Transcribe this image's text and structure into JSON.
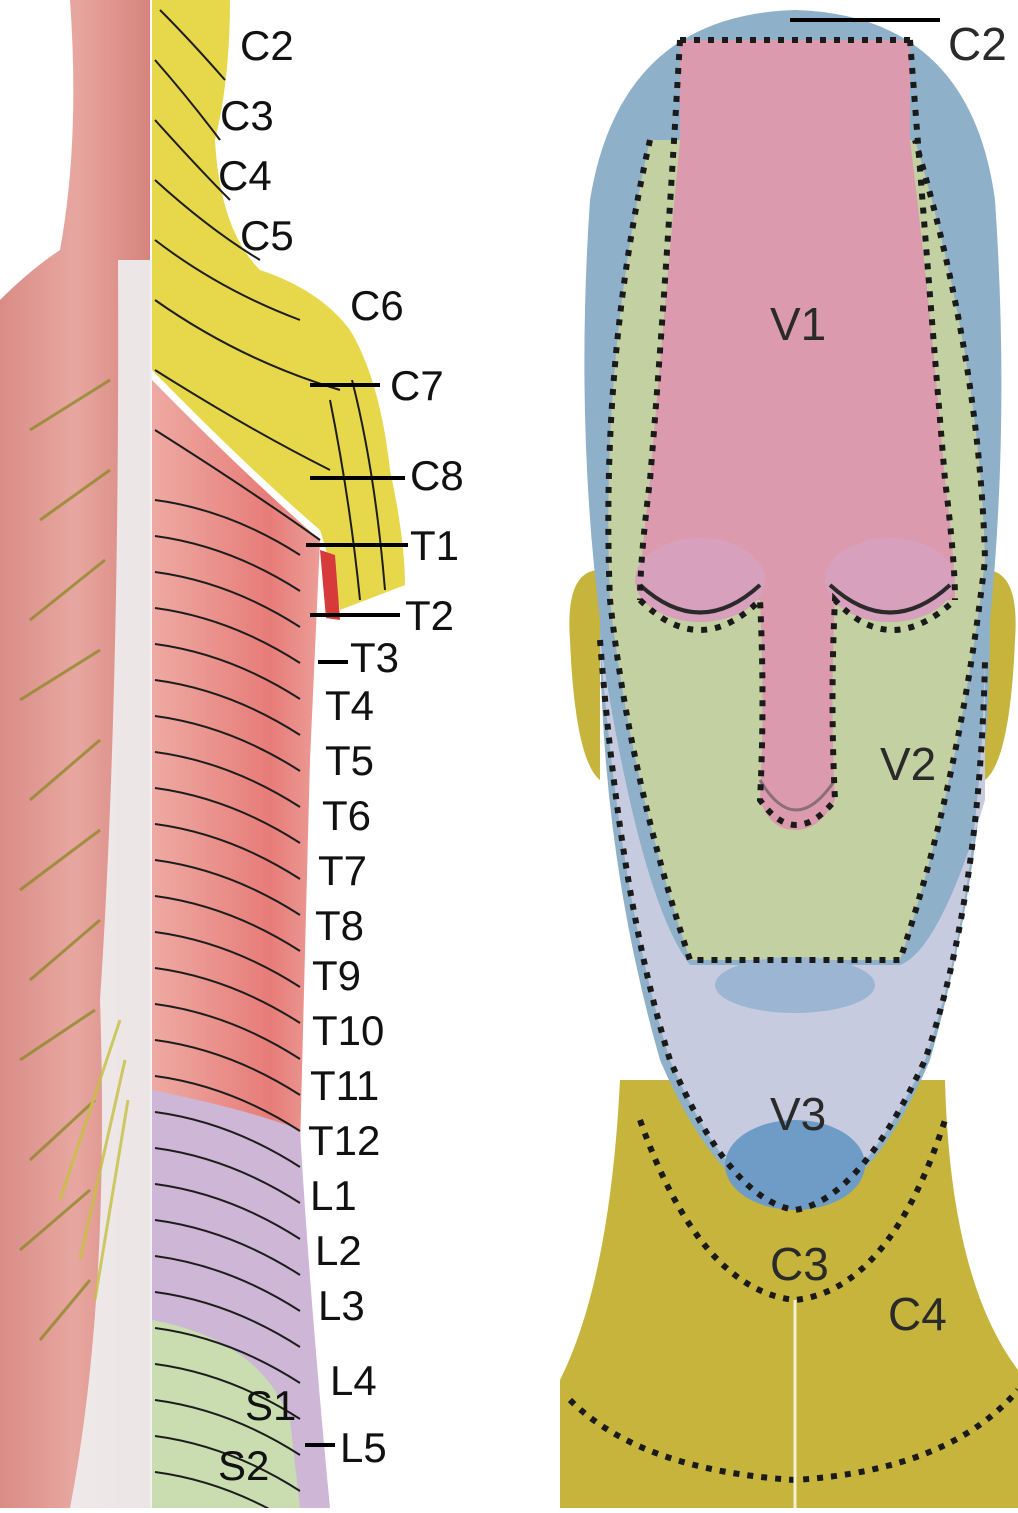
{
  "back_figure": {
    "dermatome_labels": [
      "C2",
      "C3",
      "C4",
      "C5",
      "C6",
      "C7",
      "C8",
      "T1",
      "T2",
      "T3",
      "T4",
      "T5",
      "T6",
      "T7",
      "T8",
      "T9",
      "T10",
      "T11",
      "T12",
      "L1",
      "L2",
      "L3",
      "L4",
      "L5",
      "S1",
      "S2"
    ]
  },
  "face_figure": {
    "labels": {
      "c2": "C2",
      "v1": "V1",
      "v2": "V2",
      "v3": "V3",
      "c3": "C3",
      "c4": "C4"
    }
  },
  "colors": {
    "cervical_yellow": "#e6d84a",
    "thoracic_red": "#e98a86",
    "lumbar_purple": "#cdb6d6",
    "sacral_green": "#c9ddb0",
    "v1_pink": "#dc9aae",
    "v2_green": "#c3d1a2",
    "v3_lavender": "#c7cbe0",
    "scalp_blue": "#8fb0c9",
    "neck_yellow": "#c6b43c"
  }
}
